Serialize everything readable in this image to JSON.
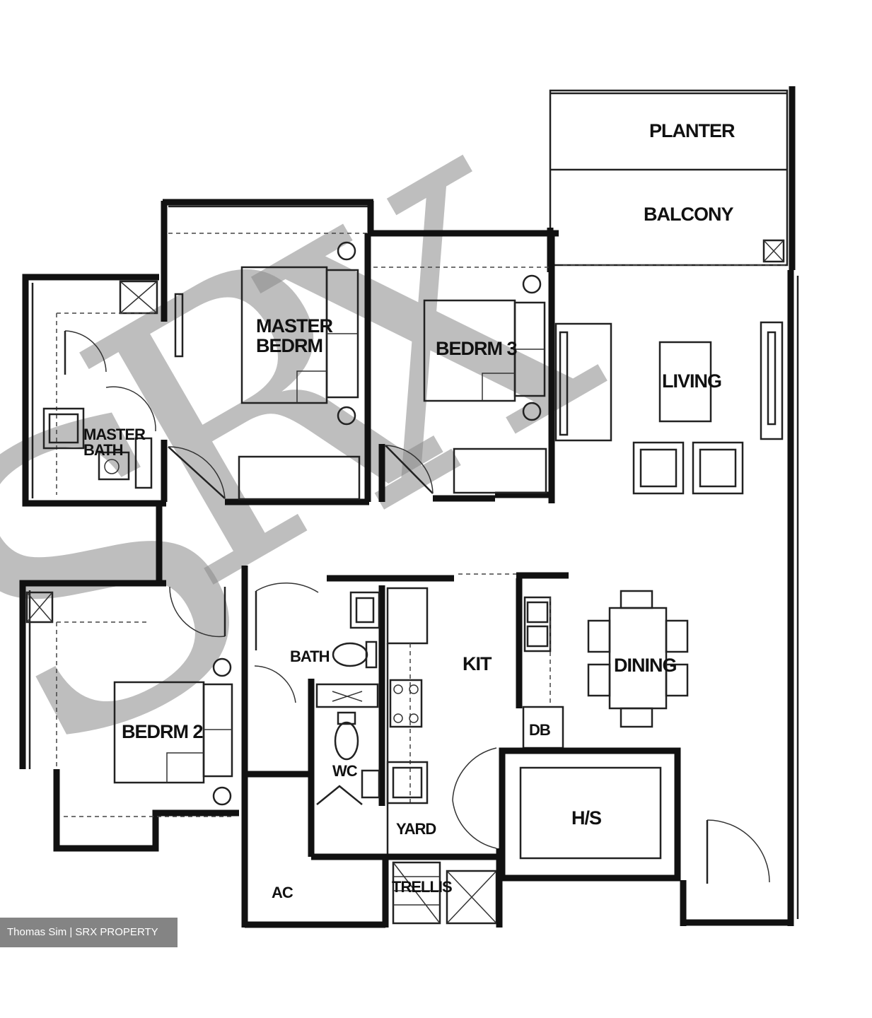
{
  "rooms": {
    "planter": "PLANTER",
    "balcony": "BALCONY",
    "master_bedrm_line1": "MASTER",
    "master_bedrm_line2": "BEDRM",
    "bedrm3": "BEDRM 3",
    "living": "LIVING",
    "master_bath_line1": "MASTER",
    "master_bath_line2": "BATH",
    "bath": "BATH",
    "kit": "KIT",
    "dining": "DINING",
    "bedrm2": "BEDRM 2",
    "wc": "WC",
    "db": "DB",
    "hs": "H/S",
    "yard": "YARD",
    "ac": "AC",
    "trellis": "TRELLIS"
  },
  "watermark": {
    "text": "SRX"
  },
  "credit": {
    "text": "Thomas Sim | SRX PROPERTY"
  }
}
